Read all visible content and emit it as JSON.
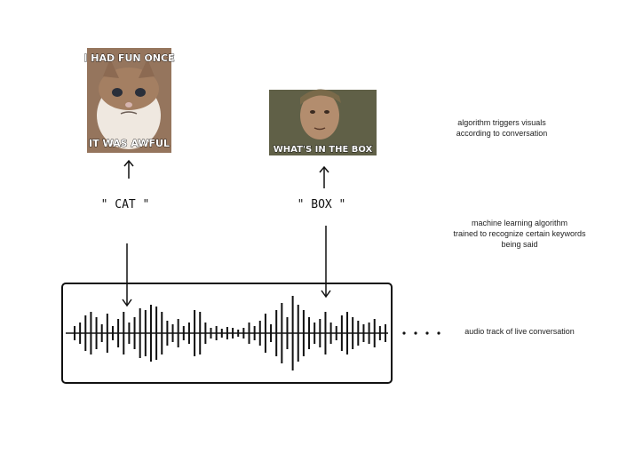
{
  "memes": {
    "cat": {
      "top_text": "I HAD FUN ONCE",
      "bottom_text": "IT WAS AWFUL"
    },
    "box": {
      "bottom_text": "WHAT'S IN THE BOX"
    }
  },
  "keywords": {
    "cat": "\" CAT \"",
    "box": "\" BOX \""
  },
  "notes": {
    "visuals_line1": "algorithm triggers visuals",
    "visuals_line2": "according to conversation",
    "ml_line1": "machine learning algorithm",
    "ml_line2": "trained to recognize certain keywords",
    "ml_line3": "being said",
    "audio": "audio track of live conversation"
  },
  "waveform": {
    "amplitudes": [
      8,
      12,
      20,
      24,
      18,
      10,
      22,
      8,
      16,
      24,
      12,
      18,
      28,
      26,
      32,
      30,
      24,
      14,
      10,
      16,
      8,
      12,
      26,
      24,
      12,
      6,
      8,
      5,
      7,
      6,
      4,
      6,
      12,
      8,
      14,
      22,
      10,
      26,
      34,
      18,
      42,
      32,
      26,
      18,
      12,
      16,
      24,
      12,
      8,
      20,
      24,
      18,
      14,
      10,
      12,
      16,
      8,
      10
    ]
  }
}
